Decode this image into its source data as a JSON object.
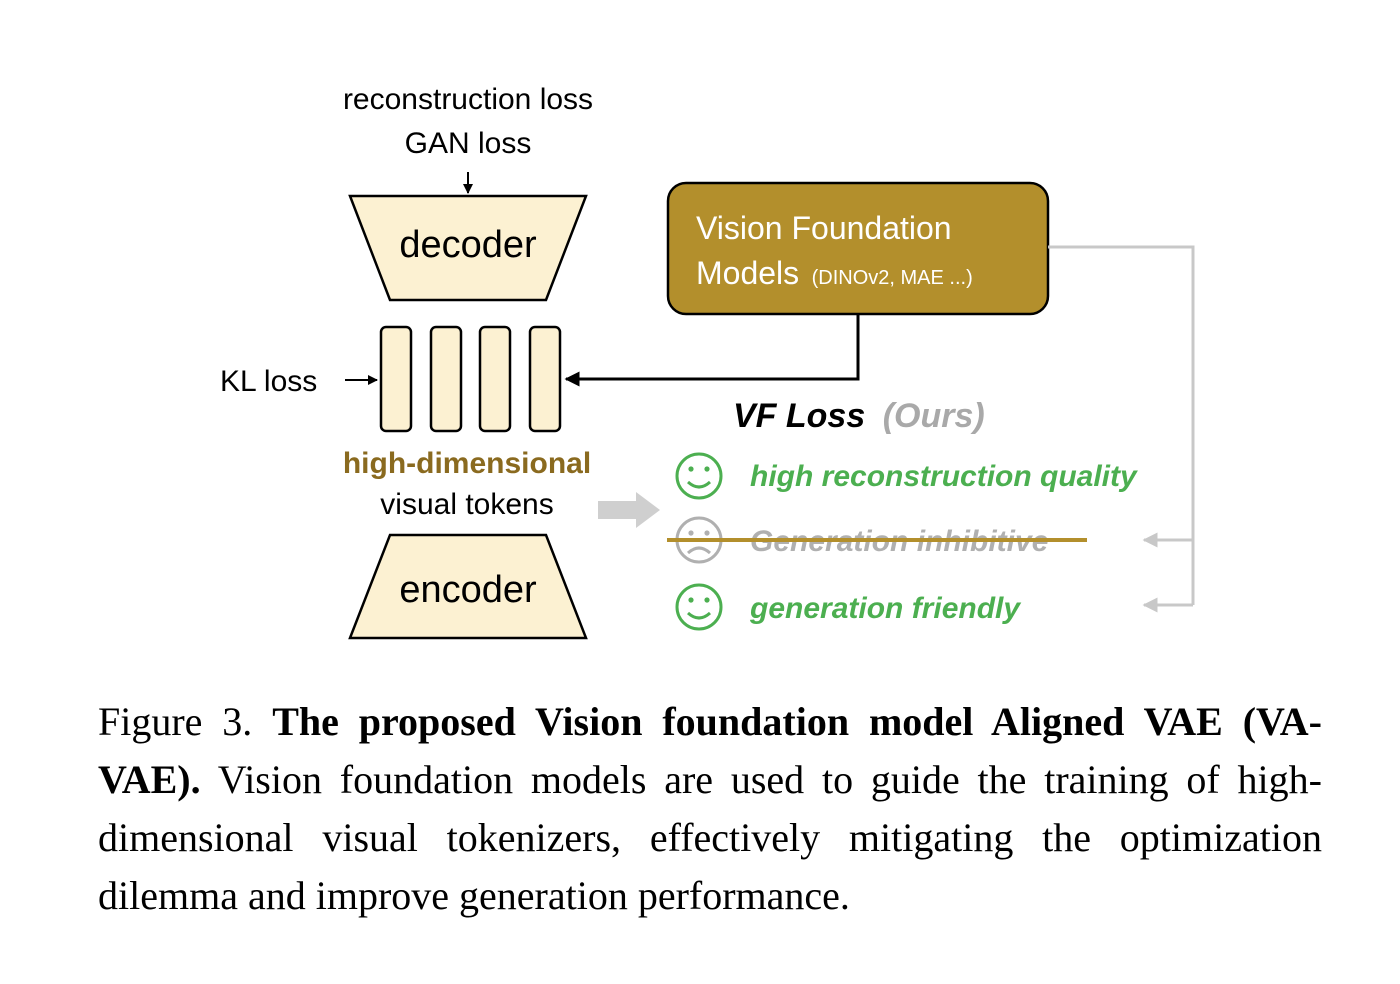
{
  "diagram": {
    "losses": {
      "reconstruction": "reconstruction loss",
      "gan": "GAN loss",
      "kl": "KL loss"
    },
    "decoder_label": "decoder",
    "encoder_label": "encoder",
    "tokens": {
      "line1": "high-dimensional",
      "line2": "visual tokens"
    },
    "vfm": {
      "line1": "Vision Foundation",
      "line2_main": "Models",
      "line2_small": "(DINOv2, MAE ...)"
    },
    "vf_loss": {
      "title": "VF Loss",
      "ours": "(Ours)"
    },
    "benefits": [
      {
        "text": "high reconstruction quality",
        "face": "smile-icon"
      },
      {
        "text": "Generation inhibitive",
        "face": "frown-icon"
      },
      {
        "text": "generation friendly",
        "face": "smile-icon"
      }
    ],
    "colors": {
      "box_fill": "#fcf1d2",
      "gold": "#b38f2c",
      "gold_text": "#8a6a1f",
      "green": "#4caf50",
      "gray": "#b0b0b0",
      "arrow_gray": "#c8c8c8"
    }
  },
  "caption": {
    "label": "Figure 3.",
    "bold": "The proposed Vision foundation model Aligned VAE (VA-VAE).",
    "body": "Vision foundation models are used to guide the training of high-dimensional visual tokenizers, effectively mitigating the optimization dilemma and improve generation performance."
  }
}
